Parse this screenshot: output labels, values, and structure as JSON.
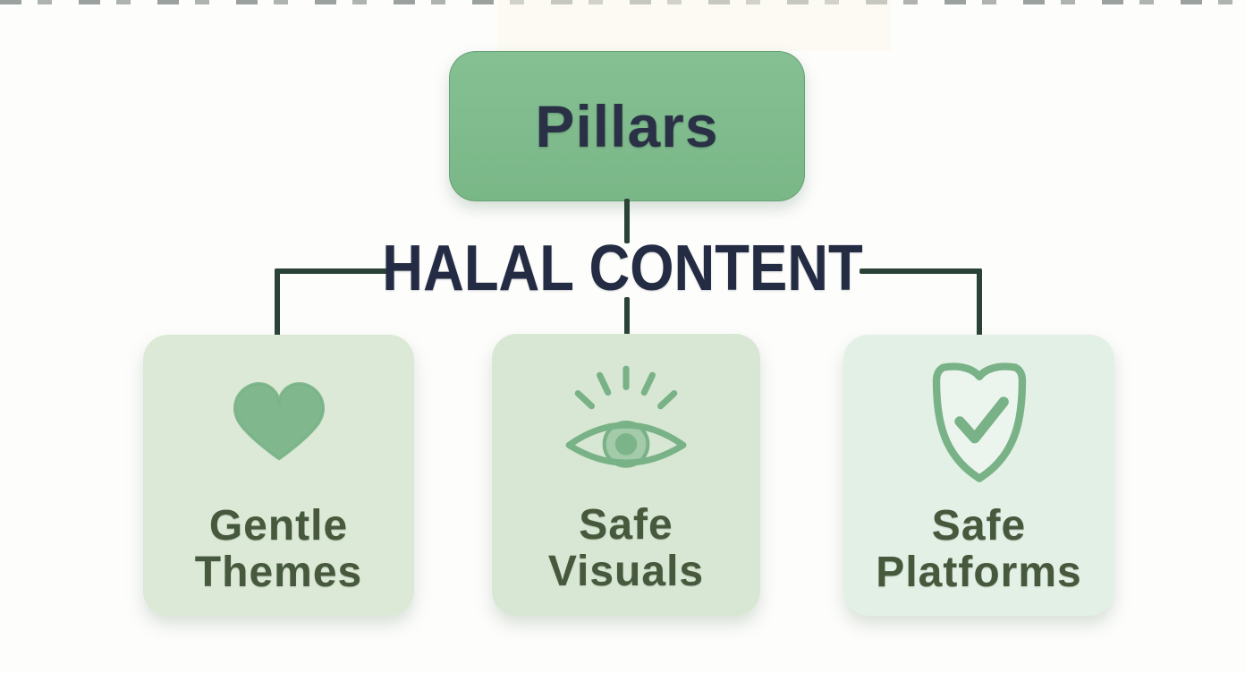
{
  "diagram": {
    "root_node": {
      "label": "Pillars",
      "fill": "#7fbb8c",
      "text_color": "#2a3146"
    },
    "center_label": {
      "text": "HALAL CONTENT",
      "color": "#242c44"
    },
    "connector_color": "#2b4337",
    "icon_color": "#79b287",
    "label_color": "#46593d",
    "nodes": [
      {
        "id": "gentle-themes",
        "icon": "heart-icon",
        "lines": [
          "Gentle",
          "Themes"
        ],
        "bg": "#dbe9d6"
      },
      {
        "id": "safe-visuals",
        "icon": "eye-icon",
        "lines": [
          "Safe",
          "Visuals"
        ],
        "bg": "#d7e7d3"
      },
      {
        "id": "safe-platforms",
        "icon": "shield-check-icon",
        "lines": [
          "Safe",
          "Platforms"
        ],
        "bg": "#e3f0e5"
      }
    ]
  }
}
